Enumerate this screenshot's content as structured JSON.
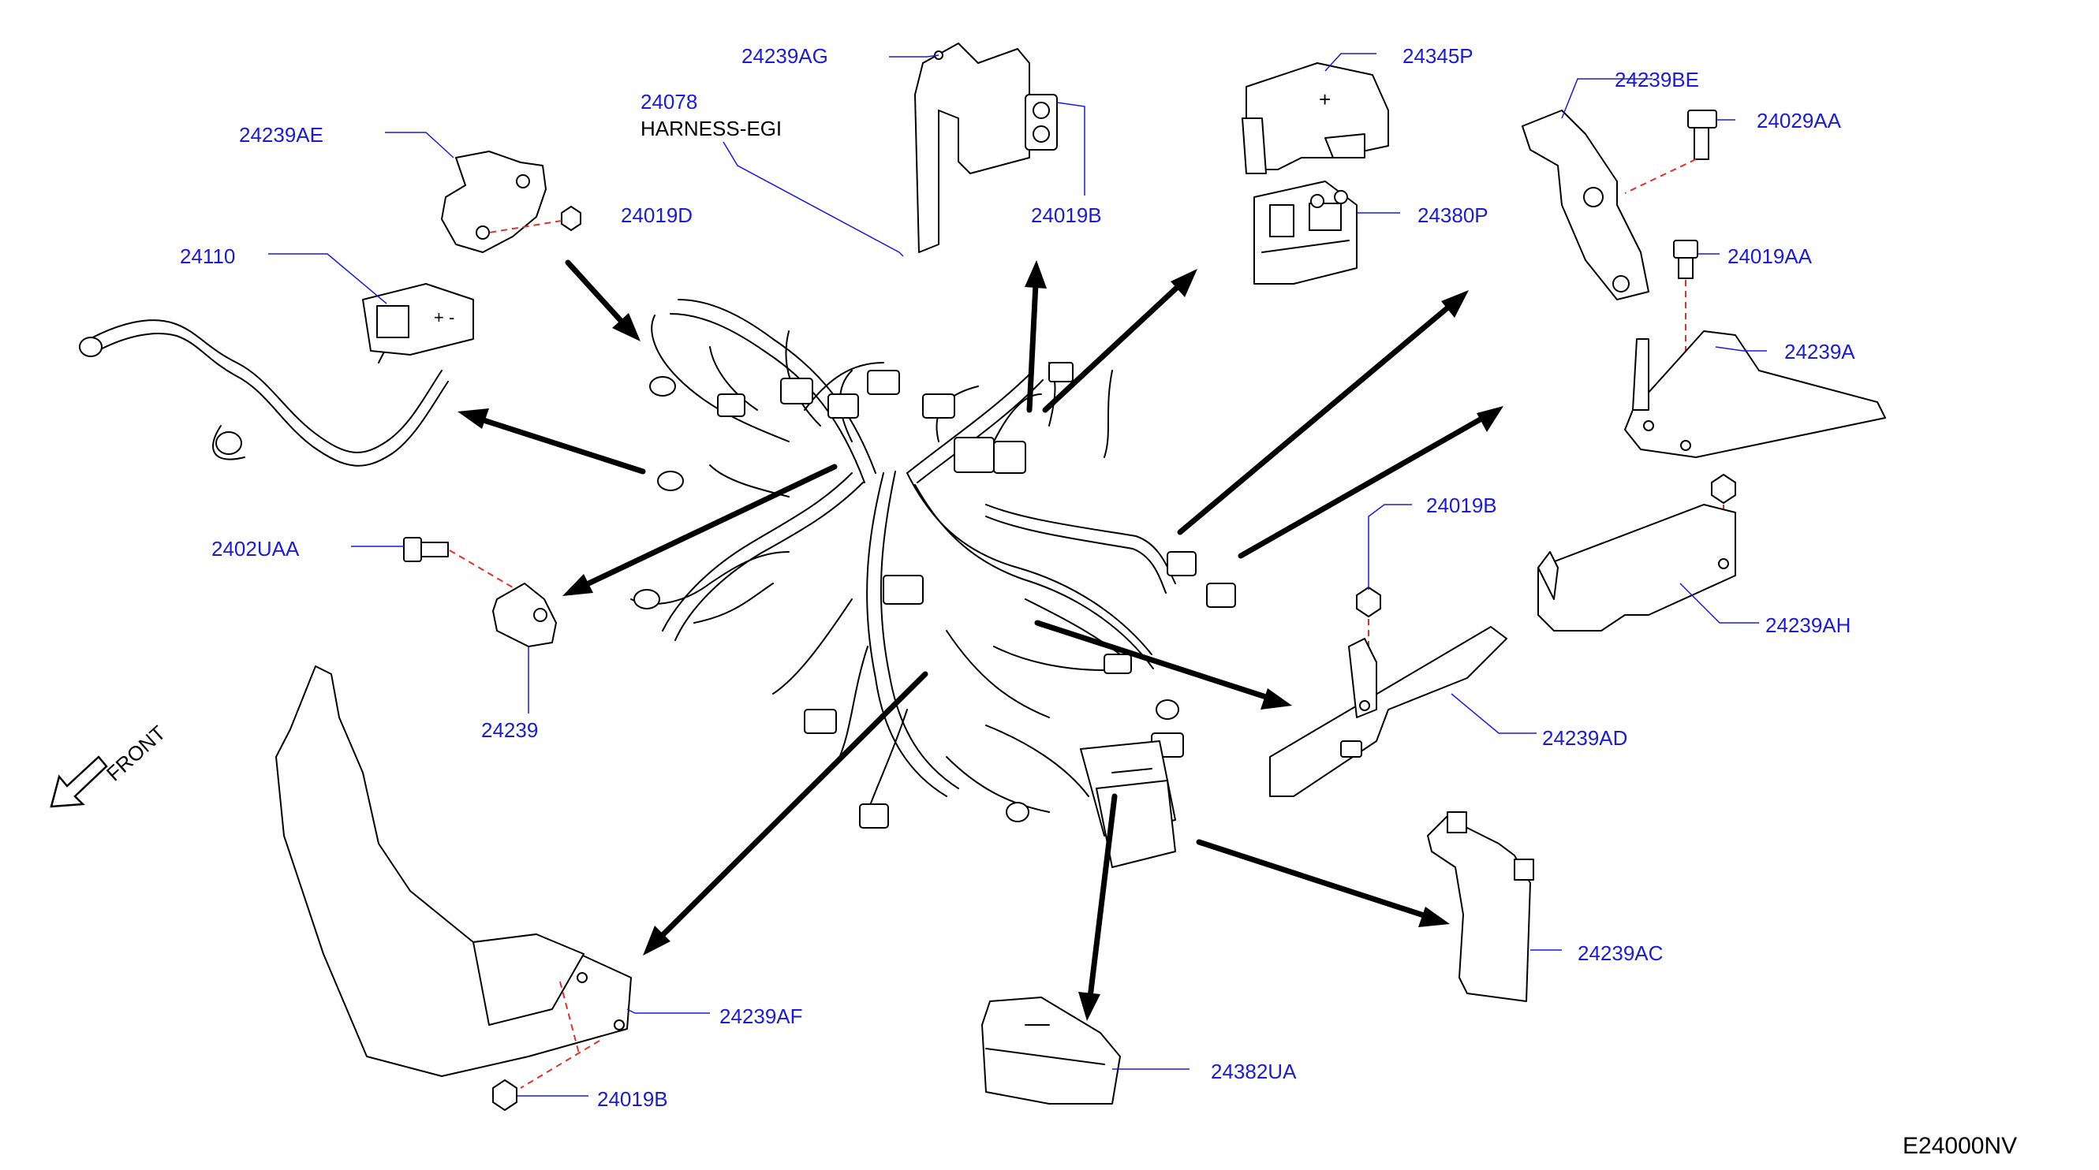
{
  "diagram": {
    "labels": {
      "p24239AG": "24239AG",
      "p24345P": "24345P",
      "p24078": "24078",
      "harness_name": "HARNESS-EGI",
      "p24239BE": "24239BE",
      "p24029AA": "24029AA",
      "p24239AE": "24239AE",
      "p24019D": "24019D",
      "p24019B_top": "24019B",
      "p24380P": "24380P",
      "p24110": "24110",
      "p24019AA": "24019AA",
      "p24239A": "24239A",
      "p2402UAA": "2402UAA",
      "p24019B_mid": "24019B",
      "p24239AH": "24239AH",
      "p24239": "24239",
      "p24239AD": "24239AD",
      "front": "FRONT",
      "p24239AC": "24239AC",
      "p24239AF": "24239AF",
      "p24382UA": "24382UA",
      "p24019B_bottom": "24019B",
      "diagram_code": "E24000NV"
    },
    "colors": {
      "label_blue": "#1a1adb",
      "line_black": "#000000",
      "dash_red": "#e0302a"
    }
  }
}
